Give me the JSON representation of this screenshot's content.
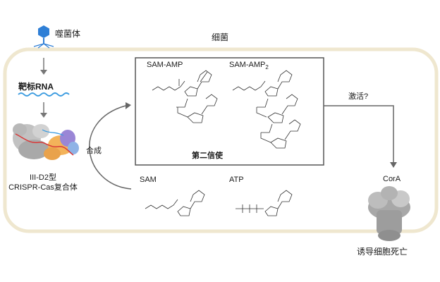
{
  "labels": {
    "phage": "噬菌体",
    "bacterium": "细菌",
    "target_rna": "靶标RNA",
    "complex_line1": "III-D2型",
    "complex_line2": "CRISPR-Cas复合体",
    "synthesis": "合成",
    "second_messenger": "第二信使",
    "activate": "激活?",
    "cora": "CorA",
    "cell_death": "诱导细胞死亡"
  },
  "molecules": {
    "sam_amp": "SAM-AMP",
    "sam_amp2_base": "SAM-AMP",
    "sam_amp2_sub": "2",
    "sam": "SAM",
    "atp": "ATP"
  },
  "colors": {
    "cell_border": "#efe7cf",
    "arrow": "#666666",
    "phage": "#2f7fd6",
    "rna_wave": "#3a9be0",
    "complex_grey": "#b0b0b0",
    "complex_orange": "#f3b35a",
    "complex_purple": "#9a86d6",
    "complex_blue": "#8fb3e6",
    "rna_red": "#d93838",
    "cora_grey": "#9d9d9d"
  },
  "icons": [
    "phage-icon",
    "rna-wave-icon",
    "crispr-complex-icon",
    "cora-channel-icon"
  ]
}
